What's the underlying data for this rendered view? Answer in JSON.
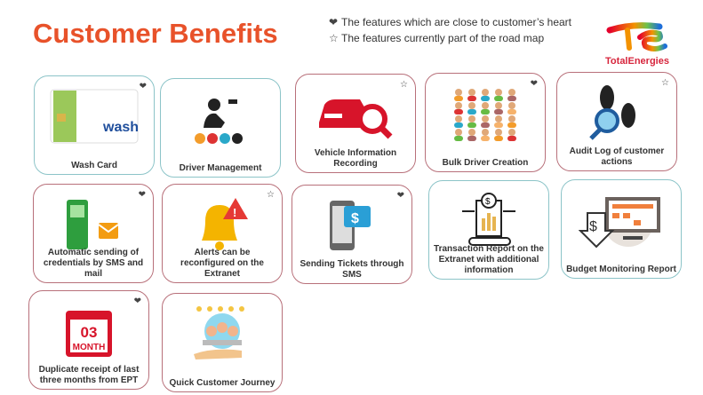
{
  "title": "Customer Benefits",
  "legend": [
    {
      "icon": "heart-icon",
      "glyph": "❤",
      "text": "The features which are close to customer’s heart"
    },
    {
      "icon": "star-icon",
      "glyph": "☆",
      "text": "The features currently part of the road map"
    }
  ],
  "logo": {
    "text": "TotalEnergies"
  },
  "colors": {
    "title": "#e8522a",
    "teal_border": "#8cc4c8",
    "red_border": "#b8707a",
    "brand_red": "#d7263d"
  },
  "cards": [
    {
      "label": "Wash Card",
      "mark": "❤",
      "icon": "wash-card-icon",
      "card_text": "wash"
    },
    {
      "label": "Driver Management",
      "mark": "",
      "icon": "driver-management-icon"
    },
    {
      "label": "Vehicle Information Recording",
      "mark": "☆",
      "icon": "vehicle-search-icon"
    },
    {
      "label": "Bulk Driver Creation",
      "mark": "❤",
      "icon": "people-grid-icon"
    },
    {
      "label": "Audit Log of customer actions",
      "mark": "☆",
      "icon": "footprints-search-icon"
    },
    {
      "label": "Automatic sending of credentials by SMS and mail",
      "mark": "❤",
      "icon": "phone-mail-icon"
    },
    {
      "label": "Alerts can be reconfigured on the Extranet",
      "mark": "☆",
      "icon": "bell-alert-icon"
    },
    {
      "label": "Sending Tickets through SMS",
      "mark": "❤",
      "icon": "phone-dollar-icon"
    },
    {
      "label": "Transaction Report on the Extranet with additional information",
      "mark": "",
      "icon": "transaction-report-icon"
    },
    {
      "label": "Budget Monitoring Report",
      "mark": "",
      "icon": "budget-monitor-icon"
    },
    {
      "label": "Duplicate receipt of last three months from EPT",
      "mark": "❤",
      "icon": "calendar-icon",
      "calendar_day": "03",
      "calendar_unit": "MONTH"
    },
    {
      "label": "Quick Customer Journey",
      "mark": "",
      "icon": "customer-service-icon"
    }
  ]
}
